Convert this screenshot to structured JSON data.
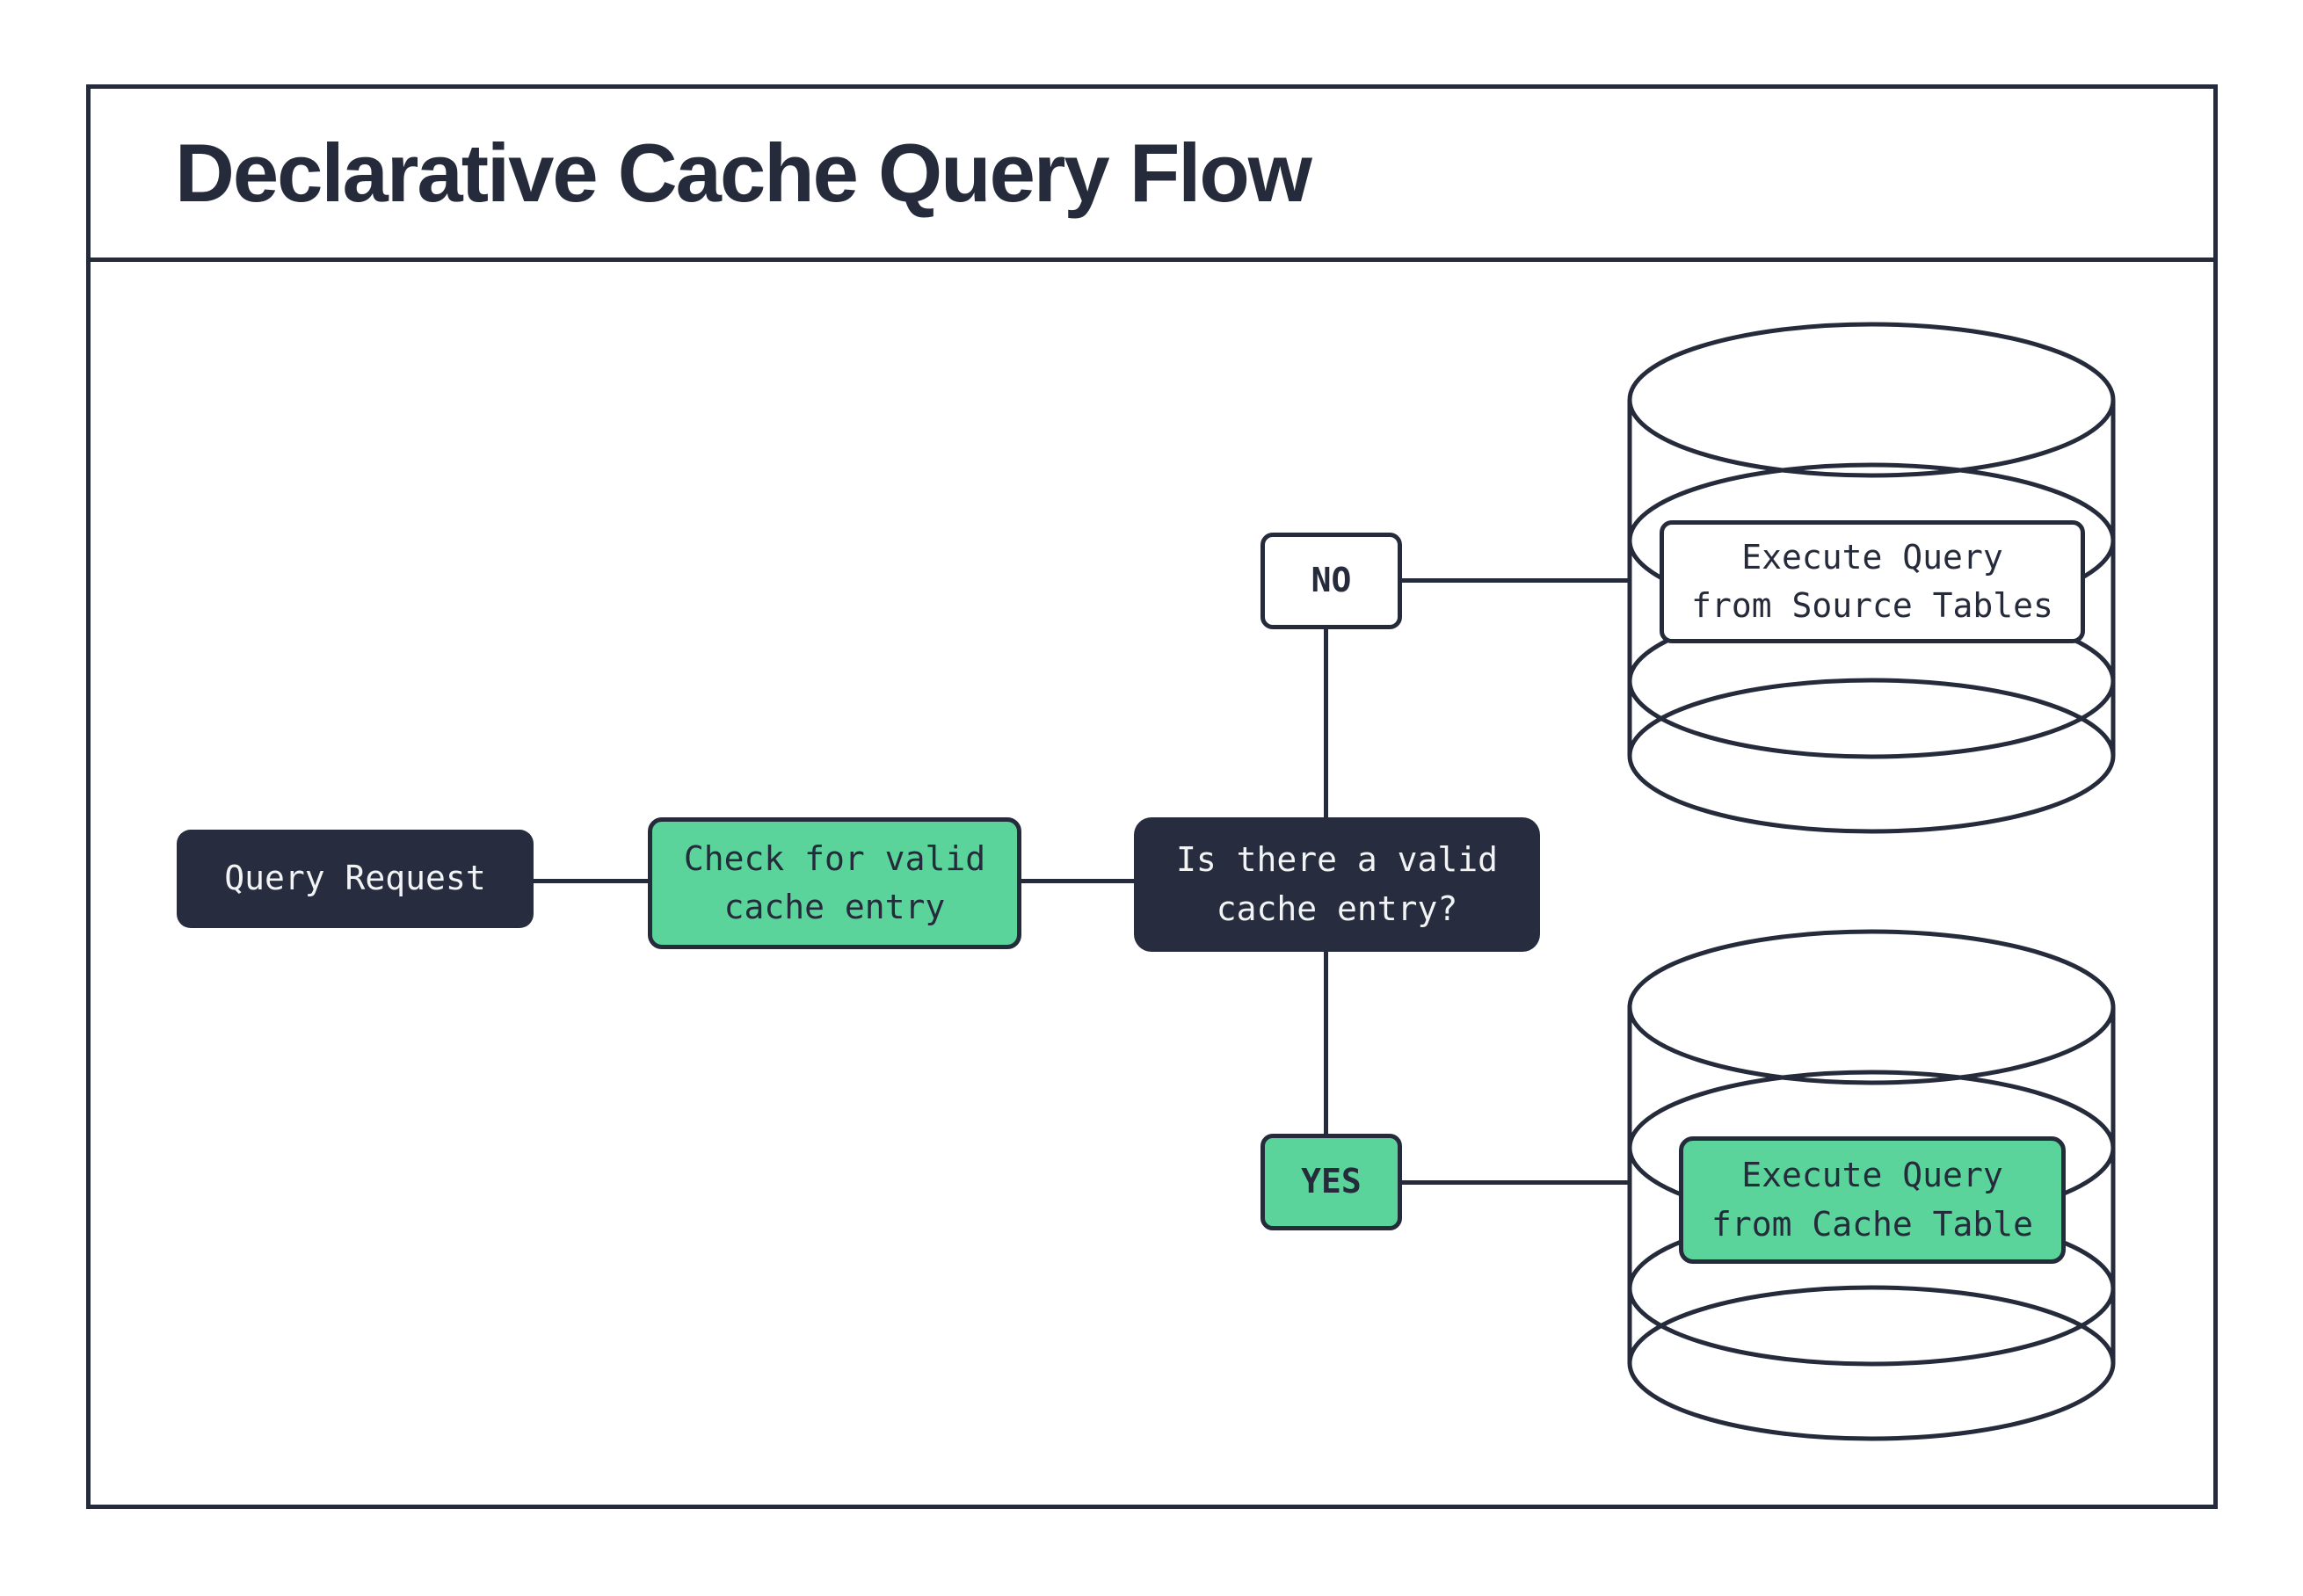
{
  "title": "Declarative Cache Query Flow",
  "colors": {
    "ink": "#252b3b",
    "dark_node_fill": "#272d3e",
    "green_node_fill": "#5bd49b",
    "background": "#ffffff",
    "light_text": "#f2f3f5"
  },
  "flow": {
    "query_request": "Query Request",
    "check_cache": "Check for valid\ncache entry",
    "decision": "Is there a valid\ncache entry?",
    "no_label": "NO",
    "yes_label": "YES",
    "source_db_action": "Execute Query\nfrom Source Tables",
    "cache_db_action": "Execute Query\nfrom Cache Table"
  }
}
